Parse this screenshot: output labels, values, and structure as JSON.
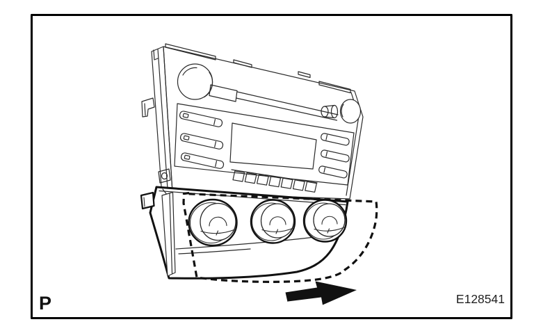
{
  "figure": {
    "panel_label": "P",
    "figure_id": "E128541"
  },
  "illustration": {
    "parts": [
      {
        "name": "radio-head-unit",
        "style": "thin-outline"
      },
      {
        "name": "climate-control-panel",
        "style": "bold-outline",
        "knob_count": 3
      },
      {
        "name": "removed-position-outline",
        "style": "dashed"
      },
      {
        "name": "removal-direction-arrow",
        "style": "solid-black",
        "direction": "right"
      }
    ]
  },
  "colors": {
    "background": "#ffffff",
    "frame_border": "#000000",
    "thin_line": "#2a2a2a",
    "bold_line": "#111111",
    "arrow_fill": "#111111"
  }
}
